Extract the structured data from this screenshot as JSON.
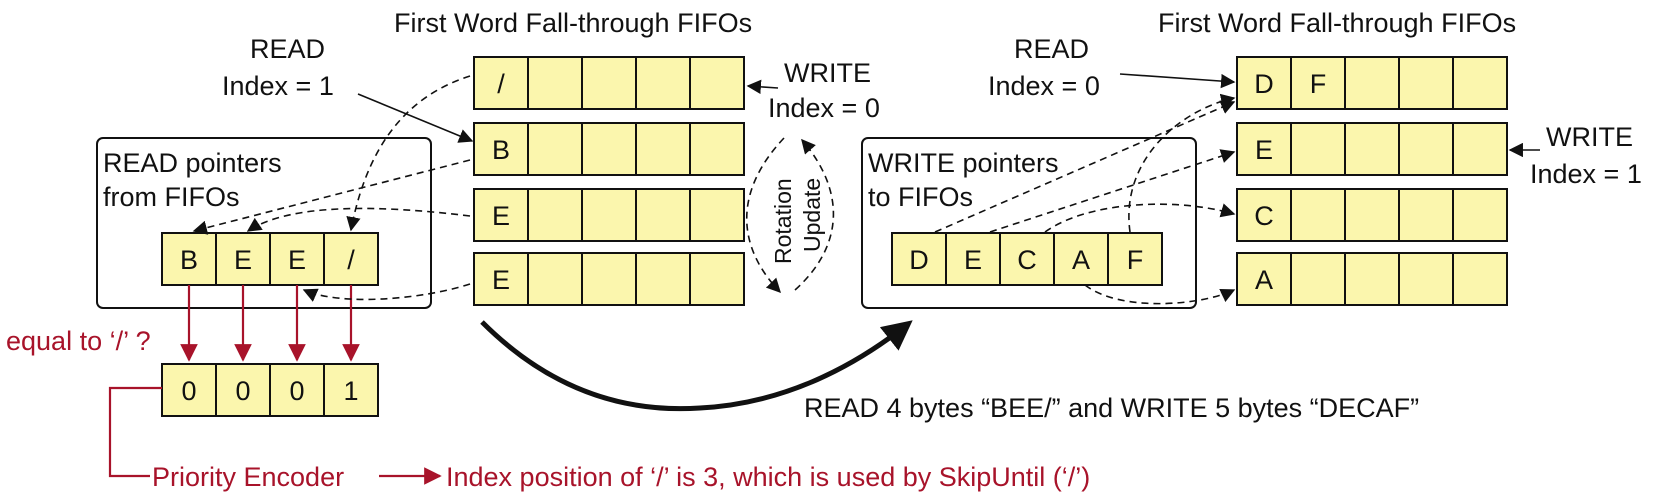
{
  "left": {
    "fifo_title": "First Word Fall-through FIFOs",
    "read_label": "READ",
    "read_index": "Index = 1",
    "write_label": "WRITE",
    "write_index": "Index = 0",
    "fifo_rows": [
      "/",
      "B",
      "E",
      "E"
    ],
    "pointer_title_1": "READ pointers",
    "pointer_title_2": "from FIFOs",
    "read_pointers": [
      "B",
      "E",
      "E",
      "/"
    ],
    "compare_label": "equal to ‘/’ ?",
    "compare_results": [
      "0",
      "0",
      "0",
      "1"
    ],
    "rotation_label": "Rotation",
    "update_label": "Update"
  },
  "right": {
    "fifo_title": "First Word Fall-through FIFOs",
    "read_label": "READ",
    "read_index": "Index = 0",
    "write_label": "WRITE",
    "write_index": "Index = 1",
    "fifo_rows": [
      [
        "D",
        "F"
      ],
      [
        "E"
      ],
      [
        "C"
      ],
      [
        "A"
      ]
    ],
    "pointer_title_1": "WRITE pointers",
    "pointer_title_2": "to FIFOs",
    "write_pointers": [
      "D",
      "E",
      "C",
      "A",
      "F"
    ]
  },
  "operation_caption": "READ 4 bytes “BEE/” and WRITE 5 bytes “DECAF”",
  "priority_encoder": "Priority Encoder",
  "result_text": "Index position of ‘/’ is 3, which is used by SkipUntil (‘/’)",
  "colors": {
    "cell_fill": "#fbf6ad",
    "accent_red": "#a8132a"
  }
}
